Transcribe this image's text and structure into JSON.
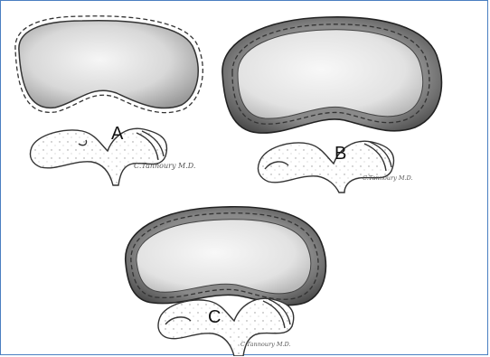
{
  "panels": [
    {
      "label": "A",
      "signature": "C.Tannoury M.D."
    },
    {
      "label": "B",
      "signature": "C.Tannoury M.D."
    },
    {
      "label": "C",
      "signature": "C.Tannoury M.D."
    }
  ],
  "colors": {
    "frame": "#4a7fc1",
    "outer_ring_dark": "#5a5a5a",
    "nucleus_light": "#f2f2f2",
    "outline": "#222222",
    "dash": "#333333"
  }
}
